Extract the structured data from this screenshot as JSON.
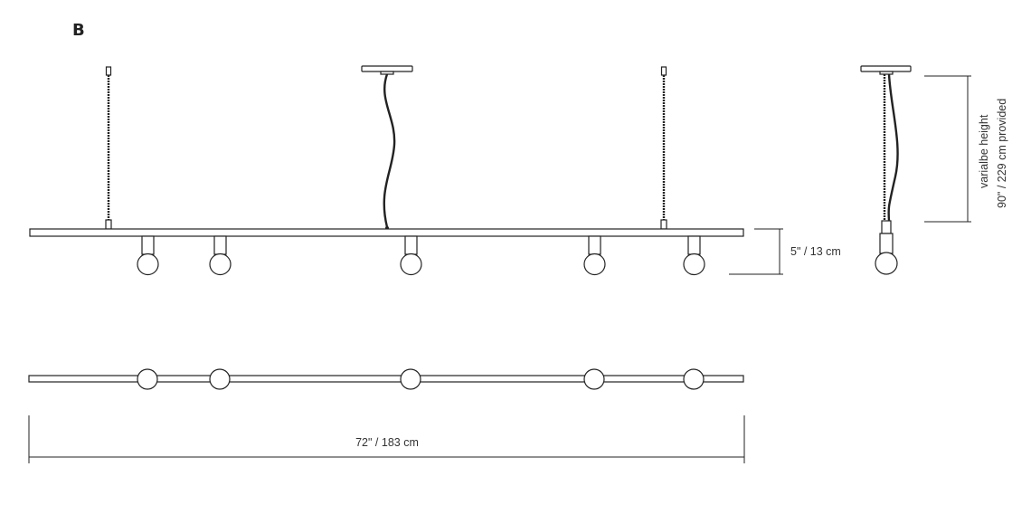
{
  "title": "B",
  "dimensions": {
    "drop_height": "5\" / 13 cm",
    "total_length": "72\" / 183 cm",
    "variable_height_line1": "varialbe height",
    "variable_height_line2": "90\" / 229 cm provided"
  },
  "bulb_count": 5
}
